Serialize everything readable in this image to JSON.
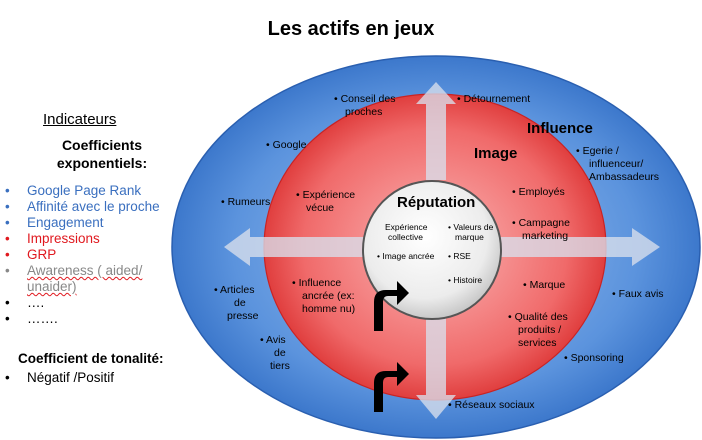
{
  "title": "Les actifs en jeux",
  "left_panel": {
    "indicators_title": "Indicateurs",
    "coefficients_title": [
      "Coefficients",
      "exponentiels:"
    ],
    "items": [
      {
        "text": "Google Page Rank",
        "color": "#3a6fbf"
      },
      {
        "text": "Affinité avec le proche",
        "color": "#3a6fbf"
      },
      {
        "text": "Engagement",
        "color": "#3a6fbf"
      },
      {
        "text": "Impressions",
        "color": "#e0191f"
      },
      {
        "text": "GRP",
        "color": "#e0191f"
      },
      {
        "text_line1": "Awareness ( aided/",
        "text_line2": "unaider)",
        "color": "#888888"
      },
      {
        "text": "….",
        "color": "#000000"
      },
      {
        "text": "…….",
        "color": "#000000"
      }
    ],
    "tone_title": "Coefficient de tonalité:",
    "tone_items": [
      "Négatif /Positif"
    ]
  },
  "colors": {
    "outer_ring": "#4a87d8",
    "middle_ring": "#ef4a4a",
    "inner_circle": "#e8e8e8",
    "arrows": "#cfd6e6"
  },
  "rings": {
    "influence": "Influence",
    "image": "Image",
    "reputation": "Réputation"
  },
  "reputation_items": {
    "experience_collective": [
      "Expérience",
      "collective"
    ],
    "valeurs_de_marque": [
      "Valeurs de",
      "marque"
    ],
    "image_ancree": "Image ancrée",
    "rse": "RSE",
    "histoire": "Histoire"
  },
  "image_items": {
    "experience_vecue": [
      "Expérience",
      "vécue"
    ],
    "employes": "Employés",
    "campagne_marketing": [
      "Campagne",
      "marketing"
    ],
    "influence_ancree": [
      "Influence",
      "ancrée (ex:",
      "homme nu)"
    ],
    "marque": "Marque",
    "qualite": [
      "Qualité des",
      "produits /",
      "services"
    ]
  },
  "influence_items": {
    "conseil_des_proches": [
      "Conseil des",
      "proches"
    ],
    "detournement": "Détournement",
    "google": "Google",
    "egerie": [
      "Egerie /",
      "influenceur/",
      "Ambassadeurs"
    ],
    "rumeurs": "Rumeurs",
    "articles_de_presse": [
      "Articles",
      "de",
      "presse"
    ],
    "avis_de_tiers": [
      "Avis",
      "de",
      "tiers"
    ],
    "faux_avis": "Faux avis",
    "sponsoring": "Sponsoring",
    "reseaux_sociaux": "Réseaux sociaux"
  }
}
